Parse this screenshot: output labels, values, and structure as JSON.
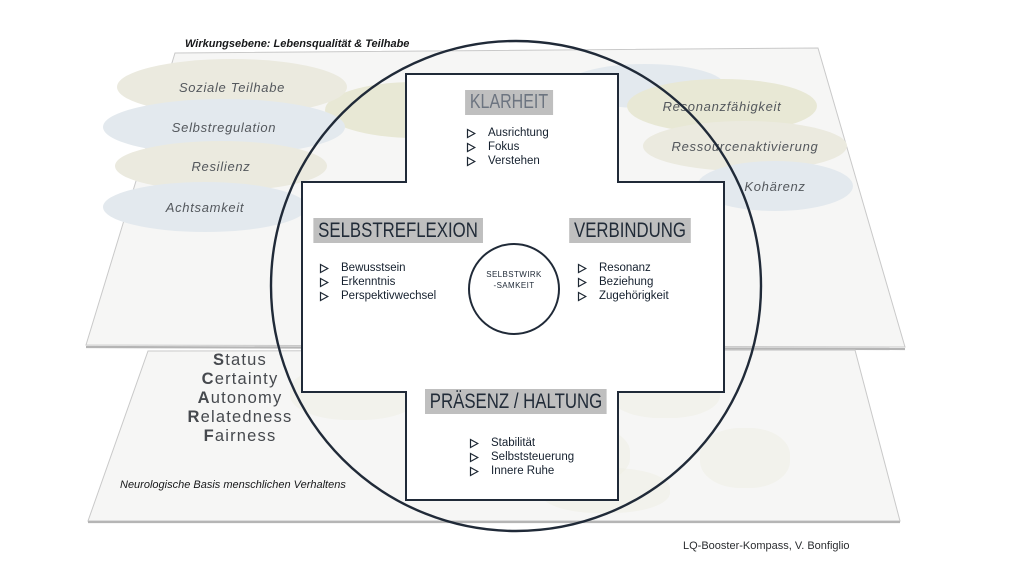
{
  "colors": {
    "stroke_dark": "#202a38",
    "plane_fill": "#f6f6f5",
    "plane_border": "#c9c9c9",
    "highlight_gray": "#bfbfbf",
    "klarheit_text": "#6c7480",
    "header_text": "#212b38",
    "bubble_beige": "#ebeadf",
    "bubble_blue": "#e3e9ee",
    "bubble_olive": "#e8e8d5"
  },
  "top_plane": {
    "caption": "Wirkungsebene: Lebensqualität & Teilhabe",
    "bubbles_left": [
      "Soziale Teilhabe",
      "Selbstregulation",
      "Resilienz",
      "Achtsamkeit"
    ],
    "bubbles_right": [
      "Resonanzfähigkeit",
      "Ressourcenaktivierung",
      "Kohärenz"
    ]
  },
  "bottom_plane": {
    "scarf": [
      {
        "initial": "S",
        "rest": "tatus"
      },
      {
        "initial": "C",
        "rest": "ertainty"
      },
      {
        "initial": "A",
        "rest": "utonomy"
      },
      {
        "initial": "R",
        "rest": "elatedness"
      },
      {
        "initial": "F",
        "rest": "airness"
      }
    ],
    "caption": "Neurologische Basis menschlichen Verhaltens"
  },
  "compass": {
    "bullet_icon": "right-arrowhead",
    "center_line1": "SELBSTWIRK",
    "center_line2": "-SAMKEIT",
    "north": {
      "title": "KLARHEIT",
      "items": [
        "Ausrichtung",
        "Fokus",
        "Verstehen"
      ]
    },
    "west": {
      "title": "SELBSTREFLEXION",
      "items": [
        "Bewusstsein",
        "Erkenntnis",
        "Perspektivwechsel"
      ]
    },
    "east": {
      "title": "VERBINDUNG",
      "items": [
        "Resonanz",
        "Beziehung",
        "Zugehörigkeit"
      ]
    },
    "south": {
      "title": "PRÄSENZ / HALTUNG",
      "items": [
        "Stabilität",
        "Selbststeuerung",
        "Innere Ruhe"
      ]
    }
  },
  "footer": {
    "credit": "LQ-Booster-Kompass, V. Bonfiglio"
  }
}
